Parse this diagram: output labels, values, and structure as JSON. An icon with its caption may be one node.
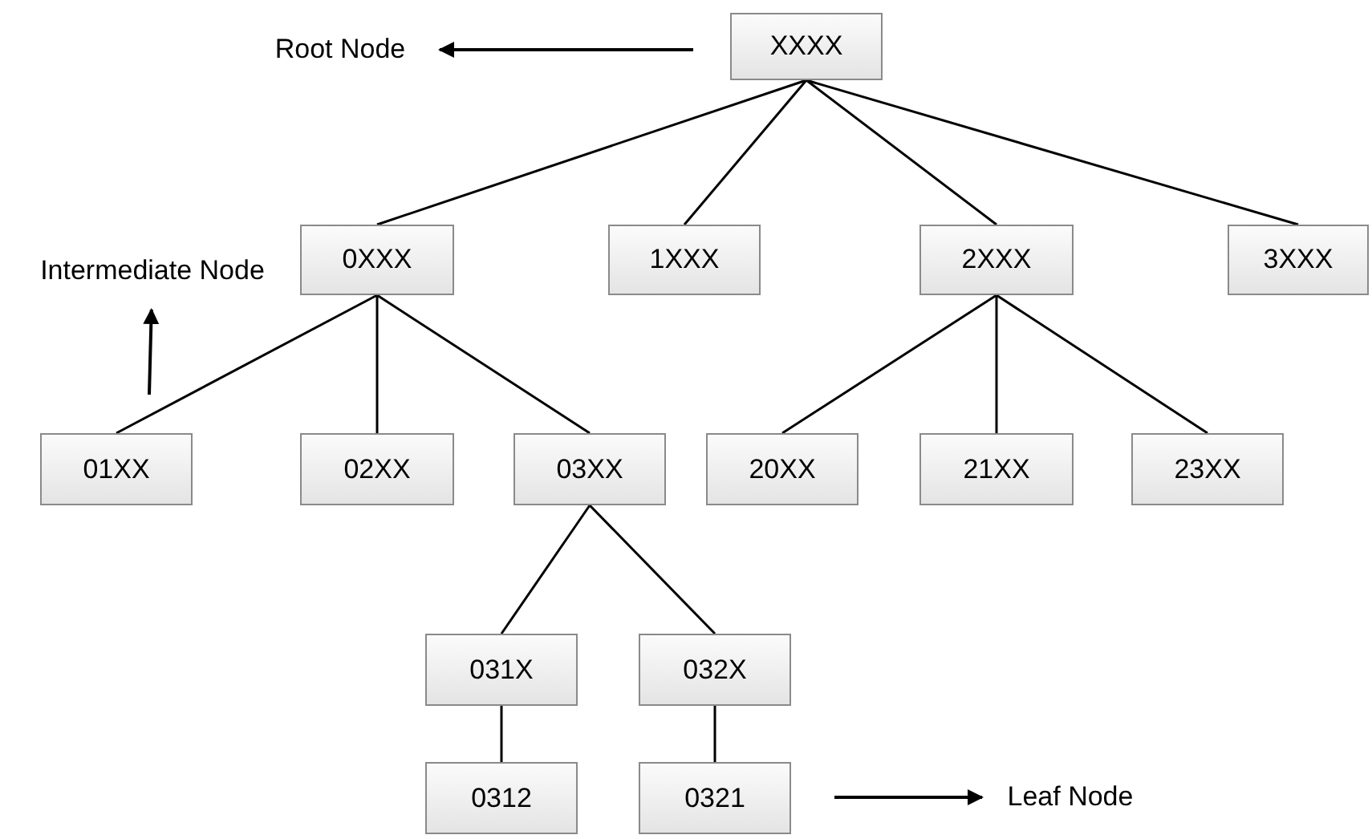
{
  "diagram": {
    "nodes": [
      {
        "text": [
          "Root Node"
        ]
      },
      {
        "text": [
          "XXXX"
        ]
      },
      {
        "text": [
          "Intermediate Node"
        ]
      },
      {
        "text": [
          "0XXX"
        ]
      },
      {
        "text": [
          "1XXX"
        ]
      },
      {
        "text": [
          "2XXX"
        ]
      },
      {
        "text": [
          "3XXX"
        ]
      },
      {
        "text": [
          "01XX"
        ]
      },
      {
        "text": [
          "02XX"
        ]
      },
      {
        "text": [
          "03XX"
        ]
      },
      {
        "text": [
          "20XX"
        ]
      },
      {
        "text": [
          "21XX"
        ]
      },
      {
        "text": [
          "23XX"
        ]
      },
      {
        "text": [
          "031X"
        ]
      },
      {
        "text": [
          "032X"
        ]
      },
      {
        "text": [
          "0312"
        ]
      },
      {
        "text": [
          "0321"
        ]
      },
      {
        "text": [
          "Leaf Node"
        ]
      }
    ],
    "edges": [
      {
        "from": 1,
        "to": 3,
        "arrow": "none"
      },
      {
        "from": 1,
        "to": 4,
        "arrow": "none"
      },
      {
        "from": 1,
        "to": 5,
        "arrow": "none"
      },
      {
        "from": 1,
        "to": 6,
        "arrow": "none"
      },
      {
        "from": 3,
        "to": 7,
        "arrow": "none"
      },
      {
        "from": 3,
        "to": 8,
        "arrow": "none"
      },
      {
        "from": 3,
        "to": 9,
        "arrow": "none"
      },
      {
        "from": 5,
        "to": 10,
        "arrow": "none"
      },
      {
        "from": 5,
        "to": 11,
        "arrow": "none"
      },
      {
        "from": 5,
        "to": 12,
        "arrow": "none"
      },
      {
        "from": 9,
        "to": 13,
        "arrow": "none"
      },
      {
        "from": 9,
        "to": 14,
        "arrow": "none"
      },
      {
        "from": 13,
        "to": 15,
        "arrow": "none"
      },
      {
        "from": 14,
        "to": 16,
        "arrow": "none"
      },
      {
        "from": null,
        "to": 0,
        "arrow": "to"
      },
      {
        "from": null,
        "to": 2,
        "arrow": "to"
      },
      {
        "from": null,
        "to": 17,
        "arrow": "to"
      }
    ]
  }
}
